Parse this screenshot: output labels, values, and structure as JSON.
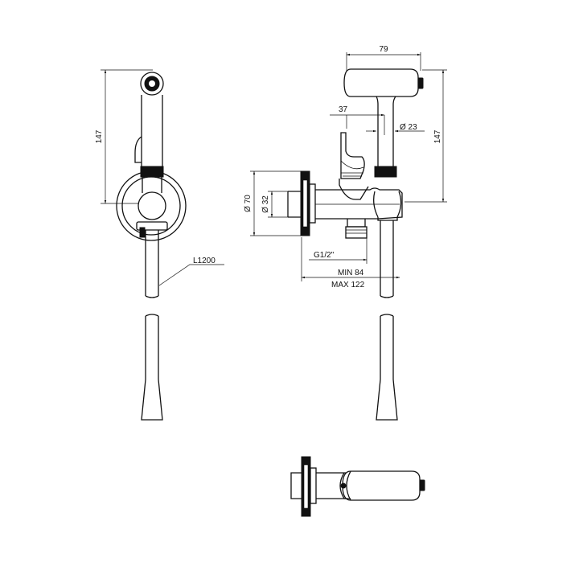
{
  "dimensions": {
    "height_left": "147",
    "hose_length": "L1200",
    "width_top": "79",
    "offset_37": "37",
    "diam_23": "Ø 23",
    "height_right": "147",
    "diam_70": "Ø 70",
    "diam_32": "Ø 32",
    "thread": "G1/2\"",
    "min_depth": "MIN 84",
    "max_depth": "MAX 122"
  },
  "colors": {
    "line": "#111111",
    "background": "#ffffff"
  }
}
